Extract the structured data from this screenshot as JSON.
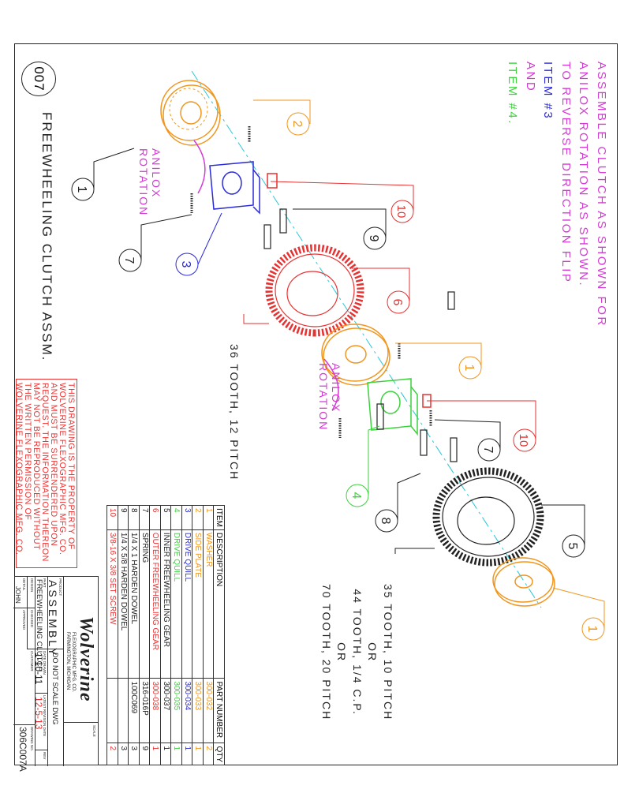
{
  "notes": {
    "line1": "ASSEMBLE CLUTCH AS SHOWN FOR",
    "line2": "ANILOX ROTATION AS SHOWN.",
    "line3": "TO REVERSE DIRECTION FLIP",
    "line4": "ITEM #3",
    "line5": "AND",
    "line6": "ITEM #4."
  },
  "sheet_number": "007",
  "drawing_title": "FREEWHEELING CLUTCH ASSM.",
  "anilox_label_top": "ANILOX",
  "anilox_label_bottom": "ROTATION",
  "gear_note_36": "36 TOOTH, 12 PITCH",
  "gear_note_35": [
    "35 TOOTH, 10 PITCH",
    "OR",
    "44 TOOTH, 1/4 C.P.",
    "OR",
    "70 TOOTH, 20 PITCH"
  ],
  "balloons": [
    "1",
    "2",
    "3",
    "7",
    "10",
    "9",
    "6",
    "1",
    "10",
    "7",
    "4",
    "8",
    "5",
    "1"
  ],
  "notice": [
    "THIS DRAWING IS THE PROPERTY OF",
    "WOLVERINE FLEXOGRAPHIC MFG. CO.",
    "AND MUST BE SURRENDERED UPON",
    "REQUEST. THE INFORMATION THEREON",
    "MAY NOT BE REPRODUCED WITHOUT",
    "THE WRITTEN PERMISSION OF",
    "WOLVERINE FLEXOGRAPHIC MFG. CO."
  ],
  "parts_table": {
    "headers": [
      "ITEM",
      "DESCRIPTION",
      "PART NUMBER",
      "QTY"
    ],
    "rows": [
      {
        "item": "1",
        "description": "WASHER",
        "part_number": "300-032",
        "qty": "2",
        "color": "#f0961e"
      },
      {
        "item": "2",
        "description": "SIDE PLATE",
        "part_number": "300-033",
        "qty": "1",
        "color": "#f0961e"
      },
      {
        "item": "3",
        "description": "DRIVE QUILL",
        "part_number": "300-034",
        "qty": "1",
        "color": "#2b2bd6"
      },
      {
        "item": "4",
        "description": "DRIVE QUILL",
        "part_number": "300-035",
        "qty": "1",
        "color": "#3cd23c"
      },
      {
        "item": "5",
        "description": "INNER FREEWHEELING GEAR",
        "part_number": "300-037",
        "qty": "1",
        "color": "#222222"
      },
      {
        "item": "6",
        "description": "OUTER FREEWHEELING GEAR",
        "part_number": "300-038",
        "qty": "1",
        "color": "#e63232"
      },
      {
        "item": "7",
        "description": "SPRING",
        "part_number": "316-016P",
        "qty": "9",
        "color": "#222222"
      },
      {
        "item": "8",
        "description": "1/4 X 1 HARDEN DOWEL",
        "part_number": "100C069",
        "qty": "3",
        "color": "#222222"
      },
      {
        "item": "9",
        "description": "1/4 X 5/8 HARDEN DOWEL",
        "part_number": "",
        "qty": "3",
        "color": "#222222"
      },
      {
        "item": "10",
        "description": "3/8-16 X 3/8 SET SCREW",
        "part_number": "",
        "qty": "2",
        "color": "#e63232"
      }
    ]
  },
  "title_block": {
    "logo": "Wolverine",
    "company": "FLEXOGRAPHIC MFG. CO.",
    "location": "FARMINGTON, MICHIGAN",
    "scale_label": "SCALE",
    "product_label": "PRODUCT",
    "product": "ASSEMBLY",
    "scale_note": "DO NOT SCALE DWG",
    "part_label": "PART",
    "part": "FREEWHEELING CLUTCH",
    "date_drawn_label": "DATE DRAWN",
    "date_drawn": "1-10-11",
    "revision_date_label": "LATEST REVISION DATE",
    "revision_date": "12-5-13",
    "rev_label": "REV",
    "design_label": "DESIGN",
    "checked_label": "CHECKED",
    "customer_label": "CUSTOMER",
    "drawing_no_label": "DRAWING NO.",
    "drawing_no": "306C007A",
    "detail_label": "DETAIL",
    "detail": "JOHN",
    "approved_label": "APPROVED"
  }
}
